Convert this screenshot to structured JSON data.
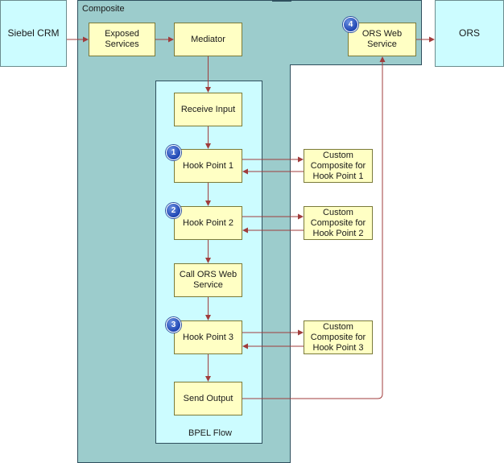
{
  "composite": {
    "label": "Composite"
  },
  "bpel_flow": {
    "label": "BPEL Flow"
  },
  "external": {
    "siebel_crm": "Siebel CRM",
    "ors": "ORS"
  },
  "steps": {
    "exposed_services": "Exposed Services",
    "mediator": "Mediator",
    "ors_web_service": "ORS Web Service",
    "receive_input": "Receive Input",
    "hook_point_1": "Hook Point 1",
    "hook_point_2": "Hook Point 2",
    "call_ors_web_service": "Call ORS Web Service",
    "hook_point_3": "Hook Point 3",
    "send_output": "Send Output"
  },
  "custom_composites": {
    "hp1": "Custom Composite for Hook Point 1",
    "hp2": "Custom Composite for Hook Point 2",
    "hp3": "Custom Composite for Hook Point 3"
  },
  "badges": {
    "b1": "1",
    "b2": "2",
    "b3": "3",
    "b4": "4"
  },
  "colors": {
    "composite_fill": "#9ccccc",
    "external_fill": "#ccfcff",
    "step_fill": "#ffffc4",
    "arrow": "#a03c3c",
    "badge": "#2a50b8"
  }
}
